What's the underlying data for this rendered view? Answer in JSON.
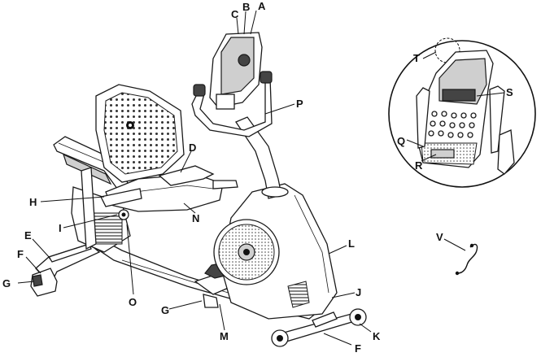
{
  "labels": {
    "A": "A",
    "B": "B",
    "C": "C",
    "D": "D",
    "E": "E",
    "F": "F",
    "F2": "F",
    "G": "G",
    "G2": "G",
    "H": "H",
    "I": "I",
    "J": "J",
    "K": "K",
    "L": "L",
    "M": "M",
    "N": "N",
    "O": "O",
    "P": "P",
    "Q": "Q",
    "R": "R",
    "S": "S",
    "T": "T",
    "V": "V"
  }
}
